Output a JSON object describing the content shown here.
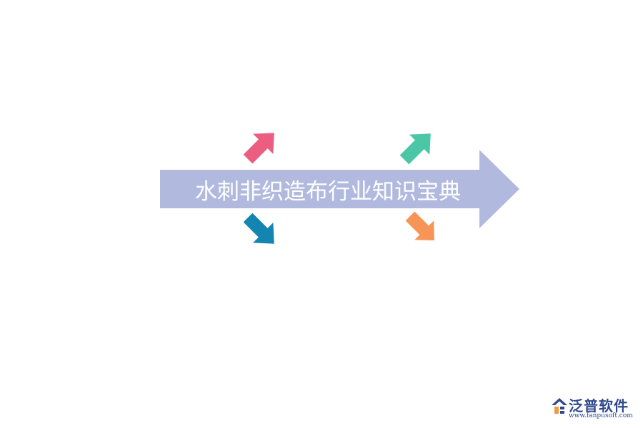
{
  "title": "水刺非织造布行业知识宝典",
  "colors": {
    "main_arrow": "#b1bade",
    "arrow_pink": "#ec5d82",
    "arrow_teal": "#4bc7a7",
    "arrow_blue": "#1485b0",
    "arrow_orange": "#f79457",
    "title_text": "#ffffff",
    "logo_blue": "#2f4a8c",
    "logo_orange": "#f39a3e"
  },
  "arrows": [
    {
      "name": "arrow-up-right-pink",
      "direction": "up-right",
      "color_key": "arrow_pink"
    },
    {
      "name": "arrow-down-right-blue",
      "direction": "down-right",
      "color_key": "arrow_blue"
    },
    {
      "name": "arrow-up-right-teal",
      "direction": "up-right",
      "color_key": "arrow_teal"
    },
    {
      "name": "arrow-down-right-orange",
      "direction": "down-right",
      "color_key": "arrow_orange"
    }
  ],
  "logo": {
    "name": "泛普软件",
    "url": "www.fanpusoft.com",
    "icon": "fanpu-logo-icon"
  }
}
